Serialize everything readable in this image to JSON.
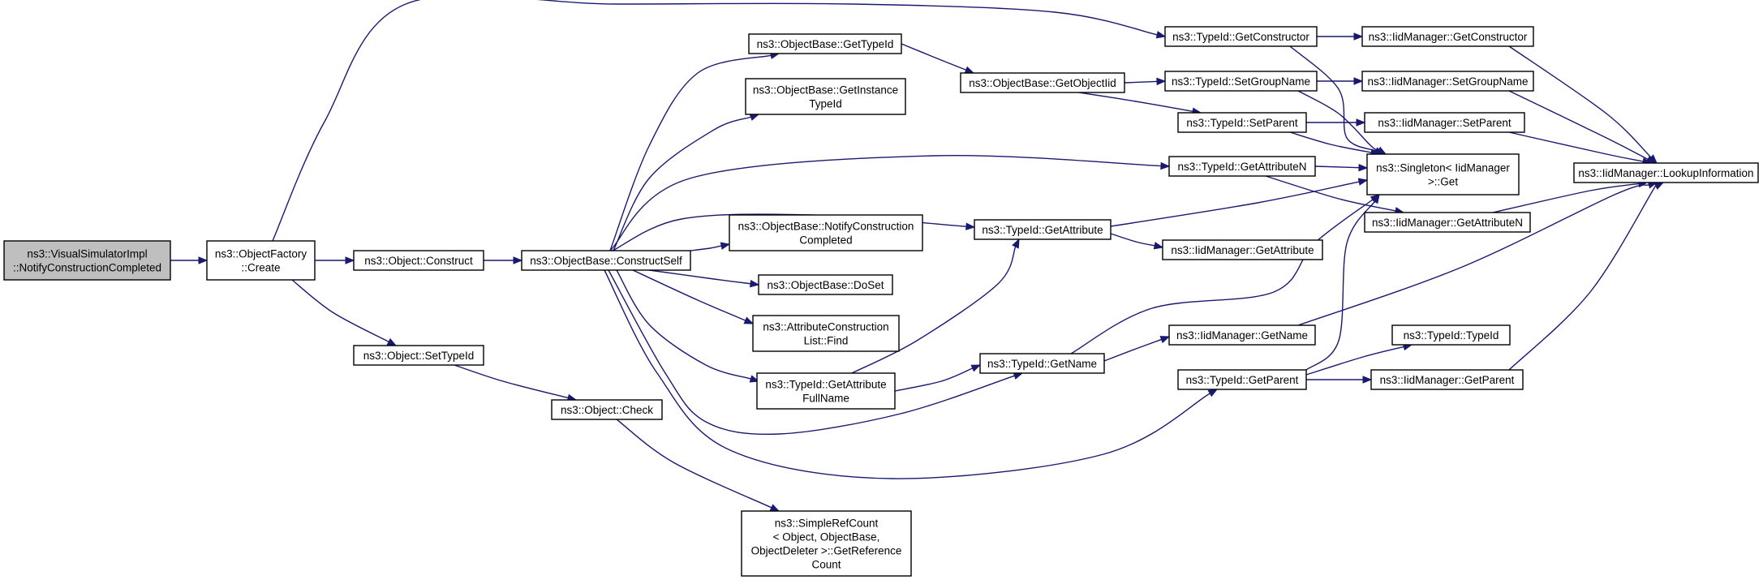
{
  "nodes": [
    {
      "id": "root",
      "lines": [
        "ns3::VisualSimulatorImpl",
        "::NotifyConstructionCompleted"
      ]
    },
    {
      "id": "of_create",
      "lines": [
        "ns3::ObjectFactory",
        "::Create"
      ]
    },
    {
      "id": "obj_construct",
      "lines": [
        "ns3::Object::Construct"
      ]
    },
    {
      "id": "obj_settypeid",
      "lines": [
        "ns3::Object::SetTypeId"
      ]
    },
    {
      "id": "obj_check",
      "lines": [
        "ns3::Object::Check"
      ]
    },
    {
      "id": "ob_constructself",
      "lines": [
        "ns3::ObjectBase::ConstructSelf"
      ]
    },
    {
      "id": "ob_gettypeid",
      "lines": [
        "ns3::ObjectBase::GetTypeId"
      ]
    },
    {
      "id": "ob_getinstance",
      "lines": [
        "ns3::ObjectBase::GetInstance",
        "TypeId"
      ]
    },
    {
      "id": "ob_notify",
      "lines": [
        "ns3::ObjectBase::NotifyConstruction",
        "Completed"
      ]
    },
    {
      "id": "ob_doset",
      "lines": [
        "ns3::ObjectBase::DoSet"
      ]
    },
    {
      "id": "acl_find",
      "lines": [
        "ns3::AttributeConstruction",
        "List::Find"
      ]
    },
    {
      "id": "tid_getattrfullname",
      "lines": [
        "ns3::TypeId::GetAttribute",
        "FullName"
      ]
    },
    {
      "id": "src_getrefcount",
      "lines": [
        "ns3::SimpleRefCount",
        "< Object, ObjectBase,",
        "ObjectDeleter >::GetReference",
        "Count"
      ]
    },
    {
      "id": "ob_getobjectiid",
      "lines": [
        "ns3::ObjectBase::GetObjectIid"
      ]
    },
    {
      "id": "tid_getattribute",
      "lines": [
        "ns3::TypeId::GetAttribute"
      ]
    },
    {
      "id": "tid_getname",
      "lines": [
        "ns3::TypeId::GetName"
      ]
    },
    {
      "id": "tid_getconstructor",
      "lines": [
        "ns3::TypeId::GetConstructor"
      ]
    },
    {
      "id": "tid_setgroupname",
      "lines": [
        "ns3::TypeId::SetGroupName"
      ]
    },
    {
      "id": "tid_setparent",
      "lines": [
        "ns3::TypeId::SetParent"
      ]
    },
    {
      "id": "tid_getattributen",
      "lines": [
        "ns3::TypeId::GetAttributeN"
      ]
    },
    {
      "id": "iid_getname",
      "lines": [
        "ns3::IidManager::GetName"
      ]
    },
    {
      "id": "tid_getparent",
      "lines": [
        "ns3::TypeId::GetParent"
      ]
    },
    {
      "id": "singleton_get",
      "lines": [
        "ns3::Singleton< IidManager",
        ">::Get"
      ]
    },
    {
      "id": "iid_getattribute",
      "lines": [
        "ns3::IidManager::GetAttribute"
      ]
    },
    {
      "id": "tid_typeid",
      "lines": [
        "ns3::TypeId::TypeId"
      ]
    },
    {
      "id": "iid_getconstructor",
      "lines": [
        "ns3::IidManager::GetConstructor"
      ]
    },
    {
      "id": "iid_setgroupname",
      "lines": [
        "ns3::IidManager::SetGroupName"
      ]
    },
    {
      "id": "iid_setparent",
      "lines": [
        "ns3::IidManager::SetParent"
      ]
    },
    {
      "id": "iid_getattributen",
      "lines": [
        "ns3::IidManager::GetAttributeN"
      ]
    },
    {
      "id": "iid_getparent",
      "lines": [
        "ns3::IidManager::GetParent"
      ]
    },
    {
      "id": "iid_lookup",
      "lines": [
        "ns3::IidManager::LookupInformation"
      ]
    }
  ],
  "edges": [
    [
      "root",
      "of_create"
    ],
    [
      "of_create",
      "obj_construct"
    ],
    [
      "of_create",
      "obj_settypeid"
    ],
    [
      "of_create",
      "tid_getconstructor"
    ],
    [
      "obj_construct",
      "ob_constructself"
    ],
    [
      "obj_settypeid",
      "obj_check"
    ],
    [
      "obj_check",
      "src_getrefcount"
    ],
    [
      "ob_constructself",
      "ob_gettypeid"
    ],
    [
      "ob_constructself",
      "ob_getinstance"
    ],
    [
      "ob_constructself",
      "ob_notify"
    ],
    [
      "ob_constructself",
      "ob_doset"
    ],
    [
      "ob_constructself",
      "acl_find"
    ],
    [
      "ob_constructself",
      "tid_getattrfullname"
    ],
    [
      "ob_constructself",
      "tid_getattribute"
    ],
    [
      "ob_constructself",
      "tid_getattributen"
    ],
    [
      "ob_constructself",
      "tid_getname"
    ],
    [
      "ob_constructself",
      "tid_getparent"
    ],
    [
      "ob_gettypeid",
      "ob_getobjectiid"
    ],
    [
      "ob_getobjectiid",
      "tid_setgroupname"
    ],
    [
      "ob_getobjectiid",
      "tid_setparent"
    ],
    [
      "tid_getattrfullname",
      "tid_getattribute"
    ],
    [
      "tid_getattrfullname",
      "tid_getname"
    ],
    [
      "tid_getattribute",
      "singleton_get"
    ],
    [
      "tid_getattribute",
      "iid_getattribute"
    ],
    [
      "tid_getname",
      "singleton_get"
    ],
    [
      "tid_getname",
      "iid_getname"
    ],
    [
      "tid_getconstructor",
      "iid_getconstructor"
    ],
    [
      "tid_getconstructor",
      "singleton_get"
    ],
    [
      "tid_setgroupname",
      "iid_setgroupname"
    ],
    [
      "tid_setgroupname",
      "singleton_get"
    ],
    [
      "tid_setparent",
      "iid_setparent"
    ],
    [
      "tid_setparent",
      "singleton_get"
    ],
    [
      "tid_getattributen",
      "singleton_get"
    ],
    [
      "tid_getattributen",
      "iid_getattributen"
    ],
    [
      "tid_getparent",
      "singleton_get"
    ],
    [
      "tid_getparent",
      "tid_typeid"
    ],
    [
      "tid_getparent",
      "iid_getparent"
    ],
    [
      "iid_getname",
      "iid_lookup"
    ],
    [
      "iid_getconstructor",
      "iid_lookup"
    ],
    [
      "iid_setgroupname",
      "iid_lookup"
    ],
    [
      "iid_setparent",
      "iid_lookup"
    ],
    [
      "iid_getattributen",
      "iid_lookup"
    ],
    [
      "iid_getparent",
      "iid_lookup"
    ]
  ],
  "colors": {
    "edge": "#191970",
    "root_fill": "#bfbfbf",
    "node_fill": "#ffffff",
    "border": "#000000"
  }
}
